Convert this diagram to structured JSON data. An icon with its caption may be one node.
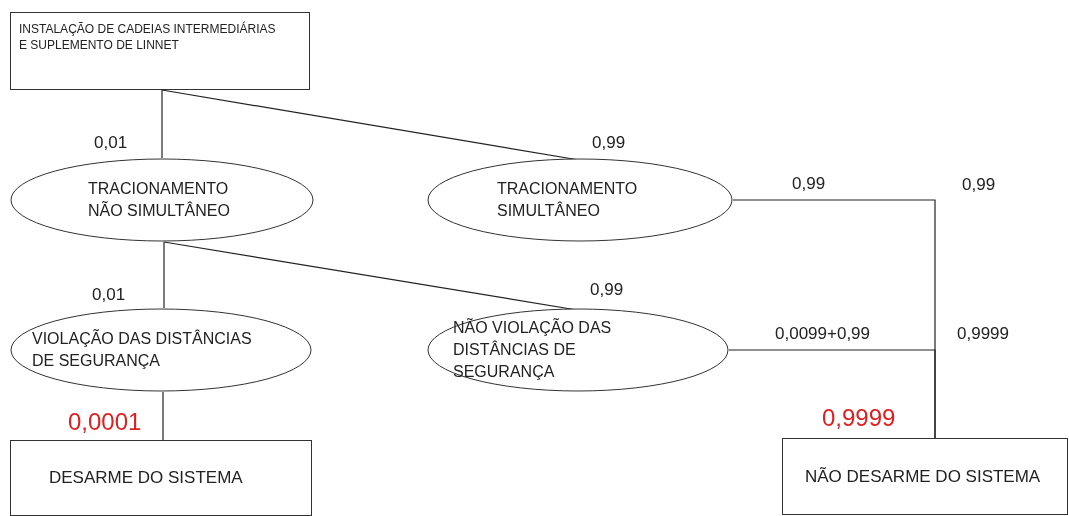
{
  "diagram": {
    "nodes": [
      {
        "text": [
          "INSTALAÇÃO DE CADEIAS INTERMEDIÁRIAS E SUPLEMENTO DE LINNET"
        ]
      },
      {
        "text": [
          "TRACIONAMENTO NÃO SIMULTÂNEO"
        ]
      },
      {
        "text": [
          "TRACIONAMENTO SIMULTÂNEO"
        ]
      },
      {
        "text": [
          "VIOLAÇÃO DAS DISTÂNCIAS DE SEGURANÇA"
        ]
      },
      {
        "text": [
          "NÃO VIOLAÇÃO DAS DISTÂNCIAS DE SEGURANÇA"
        ]
      },
      {
        "text": [
          "DESARME DO SISTEMA"
        ]
      },
      {
        "text": [
          "NÃO DESARME DO SISTEMA"
        ],
        "beside": [
          "0,9999"
        ]
      }
    ],
    "edges": [
      {
        "from": 0,
        "to": 1,
        "arrow": "none",
        "label": "0,01"
      },
      {
        "from": 0,
        "to": 2,
        "arrow": "none",
        "label": "0,99"
      },
      {
        "from": 1,
        "to": 3,
        "arrow": "none",
        "label": "0,01"
      },
      {
        "from": 1,
        "to": 4,
        "arrow": "none",
        "label": "0,99"
      },
      {
        "from": 3,
        "to": 5,
        "arrow": "none",
        "label": "0,0001"
      },
      {
        "from": 2,
        "to": 6,
        "arrow": "none",
        "label": "0,99"
      },
      {
        "from": 4,
        "to": 6,
        "arrow": "none",
        "label": "0,0099+0,99"
      }
    ],
    "labels": [
      "0,99",
      "0,9999"
    ]
  }
}
